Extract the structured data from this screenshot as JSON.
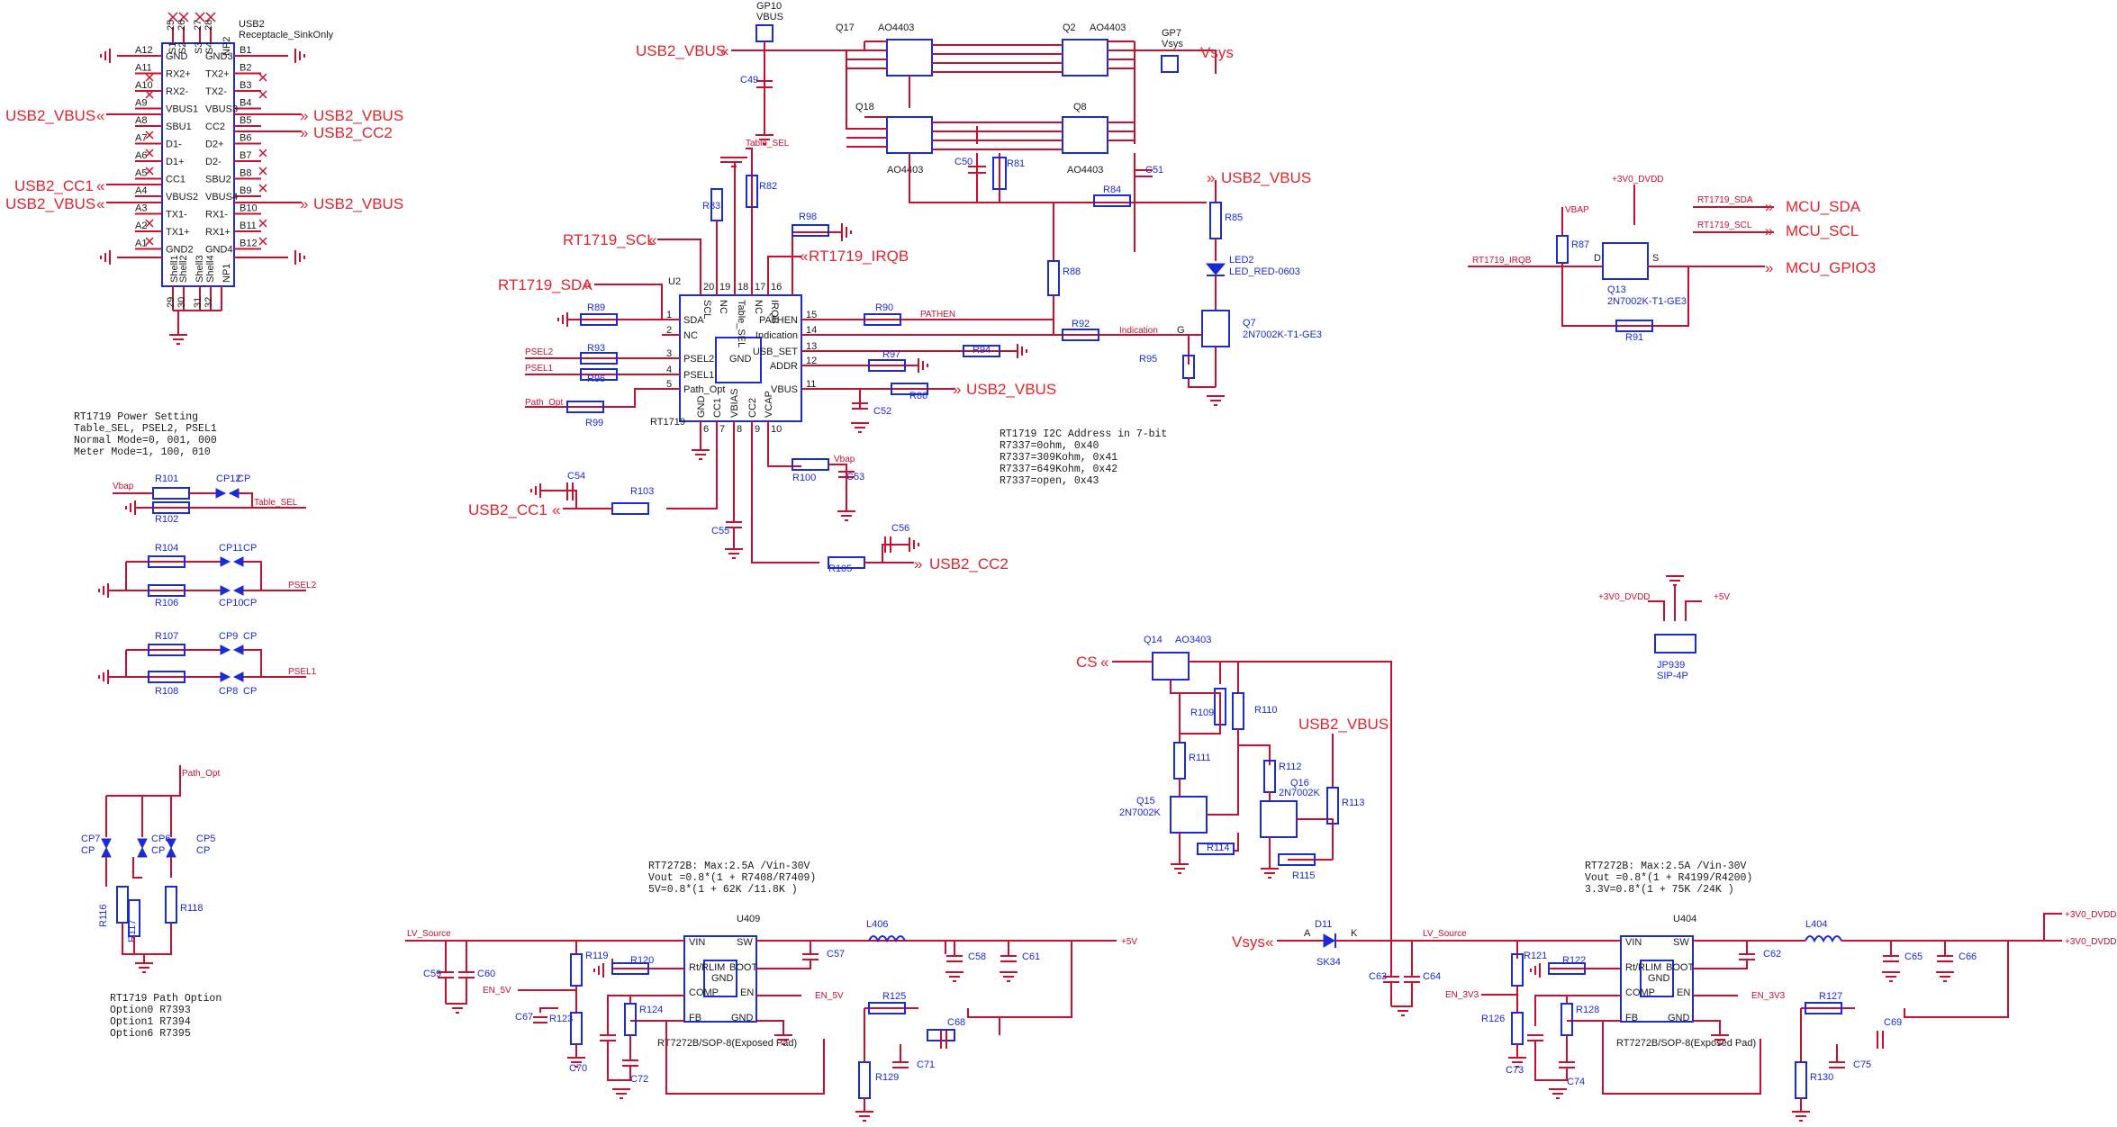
{
  "nets": {
    "usb2_vbus": "USB2_VBUS",
    "usb2_cc1": "USB2_CC1",
    "usb2_cc2": "USB2_CC2",
    "vsys": "Vsys",
    "rt_scl": "RT1719_SCL",
    "rt_sda": "RT1719_SDA",
    "rt_irqb": "RT1719_IRQB",
    "mcu_sda": "MCU_SDA",
    "mcu_scl": "MCU_SCL",
    "mcu_gpio3": "MCU_GPIO3",
    "cs": "CS",
    "en_5v": "EN_5V",
    "en_3v3": "EN_3V3",
    "plus5v": "+5V",
    "v3v0_dvdd": "+3V0_DVDD",
    "lv_source": "LV_Source",
    "table_sel": "Table_SEL",
    "psel2": "PSEL2",
    "psel1": "PSEL1",
    "path_opt": "Path_Opt",
    "pathen": "PATHEN",
    "indication": "Indication",
    "vbap": "Vbap"
  },
  "usb_conn": {
    "ref": "USB2",
    "desc": "Receptacle_SinkOnly",
    "left_pins": [
      {
        "num": "A12",
        "name": "GND"
      },
      {
        "num": "A11",
        "name": "RX2+"
      },
      {
        "num": "A10",
        "name": "RX2-"
      },
      {
        "num": "A9",
        "name": "VBUS1"
      },
      {
        "num": "A8",
        "name": "SBU1"
      },
      {
        "num": "A7",
        "name": "D1-"
      },
      {
        "num": "A6",
        "name": "D1+"
      },
      {
        "num": "A5",
        "name": "CC1"
      },
      {
        "num": "A4",
        "name": "VBUS2"
      },
      {
        "num": "A3",
        "name": "TX1-"
      },
      {
        "num": "A2",
        "name": "TX1+"
      },
      {
        "num": "A1",
        "name": "GND2"
      }
    ],
    "right_pins": [
      {
        "num": "B1",
        "name": "GND3"
      },
      {
        "num": "B2",
        "name": "TX2+"
      },
      {
        "num": "B3",
        "name": "TX2-"
      },
      {
        "num": "B4",
        "name": "VBUS3"
      },
      {
        "num": "B5",
        "name": "CC2"
      },
      {
        "num": "B6",
        "name": "D2+"
      },
      {
        "num": "B7",
        "name": "D2-"
      },
      {
        "num": "B8",
        "name": "SBU2"
      },
      {
        "num": "B9",
        "name": "VBUS4"
      },
      {
        "num": "B10",
        "name": "RX1-"
      },
      {
        "num": "B11",
        "name": "RX1+"
      },
      {
        "num": "B12",
        "name": "GND4"
      }
    ],
    "top_pins": [
      "25",
      "26",
      "27",
      "28"
    ],
    "top_names": [
      "S1",
      "S2",
      "S3",
      "S4",
      "NP2"
    ],
    "bottom_pins": [
      "29",
      "30",
      "31",
      "32"
    ],
    "bottom_names": [
      "Shell1",
      "Shell2",
      "Shell3",
      "Shell4",
      "NP1"
    ]
  },
  "rt1719": {
    "ref": "U2",
    "part": "RT1719",
    "left": [
      {
        "num": "1",
        "name": "SDA"
      },
      {
        "num": "2",
        "name": "NC"
      },
      {
        "num": "3",
        "name": "PSEL2"
      },
      {
        "num": "4",
        "name": "PSEL1"
      },
      {
        "num": "5",
        "name": "Path_Opt"
      }
    ],
    "right": [
      {
        "num": "15",
        "name": "PATHEN"
      },
      {
        "num": "14",
        "name": "Indication"
      },
      {
        "num": "13",
        "name": "USB_SET"
      },
      {
        "num": "12",
        "name": "ADDR"
      },
      {
        "num": "11",
        "name": "VBUS"
      }
    ],
    "top": [
      {
        "num": "20",
        "name": "SCL"
      },
      {
        "num": "19",
        "name": "NC"
      },
      {
        "num": "18",
        "name": "Table_SEL"
      },
      {
        "num": "17",
        "name": "NC"
      },
      {
        "num": "16",
        "name": "IRQB"
      }
    ],
    "bottom": [
      {
        "num": "6",
        "name": "GND"
      },
      {
        "num": "7",
        "name": "CC1"
      },
      {
        "num": "8",
        "name": "VBIAS"
      },
      {
        "num": "9",
        "name": "CC2"
      },
      {
        "num": "10",
        "name": "VCAP"
      }
    ],
    "center": "GND"
  },
  "i2c_note": {
    "title": "RT1719 I2C Address in 7-bit",
    "lines": [
      "R7337=0ohm,          0x40",
      "R7337=309Kohm,       0x41",
      "R7337=649Kohm,       0x42",
      "R7337=open,          0x43"
    ]
  },
  "power_setting": {
    "lines": [
      "RT1719 Power Setting",
      "Table_SEL, PSEL2, PSEL1",
      "Normal Mode=0, 001, 000",
      "Meter Mode=1, 100, 010"
    ]
  },
  "path_option": {
    "lines": [
      "RT1719 Path Option",
      "Option0    R7393",
      "Option1    R7394",
      "Option6    R7395"
    ]
  },
  "reg_left": {
    "lines": [
      "RT7272B: Max:2.5A /Vin-30V",
      "Vout =0.8*(1 + R7408/R7409)",
      "5V=0.8*(1 + 62K /11.8K  )"
    ],
    "ref": "U409",
    "part": "RT7272B/SOP-8(Exposed Pad)",
    "pins_left": [
      "VIN",
      "Rt/RLIM",
      "COMP",
      "FB"
    ],
    "pins_right": [
      "SW",
      "BOOT",
      "EN",
      "GND"
    ],
    "center": "GND"
  },
  "reg_right": {
    "lines": [
      "RT7272B: Max:2.5A /Vin-30V",
      "Vout =0.8*(1 + R4199/R4200)",
      "3.3V=0.8*(1 + 75K /24K  )"
    ],
    "ref": "U404",
    "part": "RT7272B/SOP-8(Exposed Pad)",
    "pins_left": [
      "VIN",
      "Rt/RLIM",
      "COMP",
      "FB"
    ],
    "pins_right": [
      "SW",
      "BOOT",
      "EN",
      "GND"
    ],
    "center": "GND"
  },
  "refs": {
    "q17": "Q17",
    "q17p": "AO4403",
    "q2": "Q2",
    "q2p": "AO4403",
    "q18": "Q18",
    "q8": "Q8",
    "q18p": "AO4403",
    "q8p": "AO4403",
    "q7": "Q7",
    "q7p": "2N7002K-T1-GE3",
    "q13": "Q13",
    "q13p": "2N7002K-T1-GE3",
    "q14": "Q14",
    "q14p": "AO3403",
    "q15": "Q15",
    "q15p": "2N7002K",
    "q16": "Q16",
    "q16p": "2N7002K",
    "gp10": "GP10",
    "gp10v": "VBUS",
    "gp7": "GP7",
    "gp7v": "Vsys",
    "led2": "LED2",
    "led2p": "LED_RED-0603",
    "d11": "D11",
    "d11p": "SK34",
    "jp": "JP939",
    "jpp": "SIP-4P",
    "l406": "L406",
    "l404": "L404"
  },
  "resistors": {
    "r82": "R82",
    "r83": "R83",
    "r88": "R88",
    "r89": "R89",
    "r90": "R90",
    "r91": "R91",
    "r92": "R92",
    "r93": "R93",
    "r94": "R94",
    "r95": "R95",
    "r96": "R96",
    "r97": "R97",
    "r98": "R98",
    "r99": "R99",
    "r100": "R100",
    "r101": "R101",
    "r102": "R102",
    "r103": "R103",
    "r104": "R104",
    "r105": "R105",
    "r106": "R106",
    "r107": "R107",
    "r108": "R108",
    "r109": "R109",
    "r110": "R110",
    "r111": "R111",
    "r112": "R112",
    "r113": "R113",
    "r114": "R114",
    "r115": "R115",
    "r116": "R116",
    "r117": "R117",
    "r118": "R118",
    "r119": "R119",
    "r120": "R120",
    "r121": "R121",
    "r122": "R122",
    "r123": "R123",
    "r124": "R124",
    "r125": "R125",
    "r126": "R126",
    "r127": "R127",
    "r128": "R128",
    "r129": "R129",
    "r130": "R130",
    "r81": "R81",
    "r84": "R84",
    "r85": "R85",
    "r86": "R86",
    "r87": "R87"
  },
  "caps": {
    "c49": "C49",
    "c50": "C50",
    "c51": "C51",
    "c52": "C52",
    "c53": "C53",
    "c54": "C54",
    "c55": "C55",
    "c56": "C56",
    "c57": "C57",
    "c58": "C58",
    "c59": "C59",
    "c60": "C60",
    "c61": "C61",
    "c62": "C62",
    "c63": "C63",
    "c64": "C64",
    "c65": "C65",
    "c66": "C66",
    "c67": "C67",
    "c68": "C68",
    "c69": "C69",
    "c70": "C70",
    "c71": "C71",
    "c72": "C72",
    "c73": "C73",
    "c74": "C74",
    "c75": "C75"
  },
  "cp": {
    "cp12": "CP12",
    "cp11": "CP11",
    "cp10": "CP10",
    "cp9": "CP9",
    "cp8": "CP8",
    "cp7": "CP7",
    "cp6": "CP6",
    "cp5": "CP5",
    "cp": "CP"
  },
  "pinnums": {
    "one": "1",
    "two": "2",
    "three": "3",
    "four": "4",
    "five": "5",
    "six": "6",
    "seven": "7",
    "eight": "8"
  },
  "pins": {
    "g": "G",
    "d": "D",
    "s": "S",
    "k": "K",
    "a": "A"
  }
}
